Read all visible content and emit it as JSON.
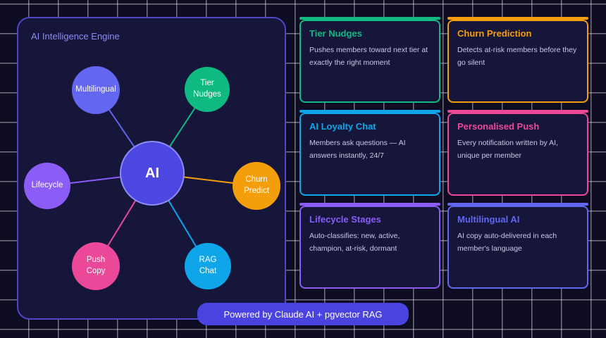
{
  "engine": {
    "title": "AI Intelligence Engine",
    "center_label": "AI",
    "nodes": [
      {
        "id": "multilingual",
        "label": "Multilingual",
        "color": "#6366f1"
      },
      {
        "id": "tier",
        "label": "Tier\nNudges",
        "color": "#10b981"
      },
      {
        "id": "lifecycle",
        "label": "Lifecycle",
        "color": "#8b5cf6"
      },
      {
        "id": "churn",
        "label": "Churn\nPredict",
        "color": "#f59e0b"
      },
      {
        "id": "push",
        "label": "Push\nCopy",
        "color": "#ec4899"
      },
      {
        "id": "rag",
        "label": "RAG\nChat",
        "color": "#0ea5e9"
      }
    ]
  },
  "features": [
    {
      "id": "tier-nudges",
      "title": "Tier Nudges",
      "description": "Pushes members toward next tier at exactly the right moment",
      "color": "#10b981"
    },
    {
      "id": "churn-prediction",
      "title": "Churn Prediction",
      "description": "Detects at-risk members before they go silent",
      "color": "#f59e0b"
    },
    {
      "id": "ai-loyalty-chat",
      "title": "AI Loyalty Chat",
      "description": "Members ask questions — AI answers instantly, 24/7",
      "color": "#0ea5e9"
    },
    {
      "id": "personalised-push",
      "title": "Personalised Push",
      "description": "Every notification written by AI, unique per member",
      "color": "#ec4899"
    },
    {
      "id": "lifecycle-stages",
      "title": "Lifecycle Stages",
      "description": "Auto-classifies: new, active, champion, at-risk, dormant",
      "color": "#8b5cf6"
    },
    {
      "id": "multilingual-ai",
      "title": "Multilingual AI",
      "description": "AI copy auto-delivered in each member's language",
      "color": "#6366f1"
    }
  ],
  "footer": {
    "label": "Powered by Claude AI + pgvector RAG"
  }
}
